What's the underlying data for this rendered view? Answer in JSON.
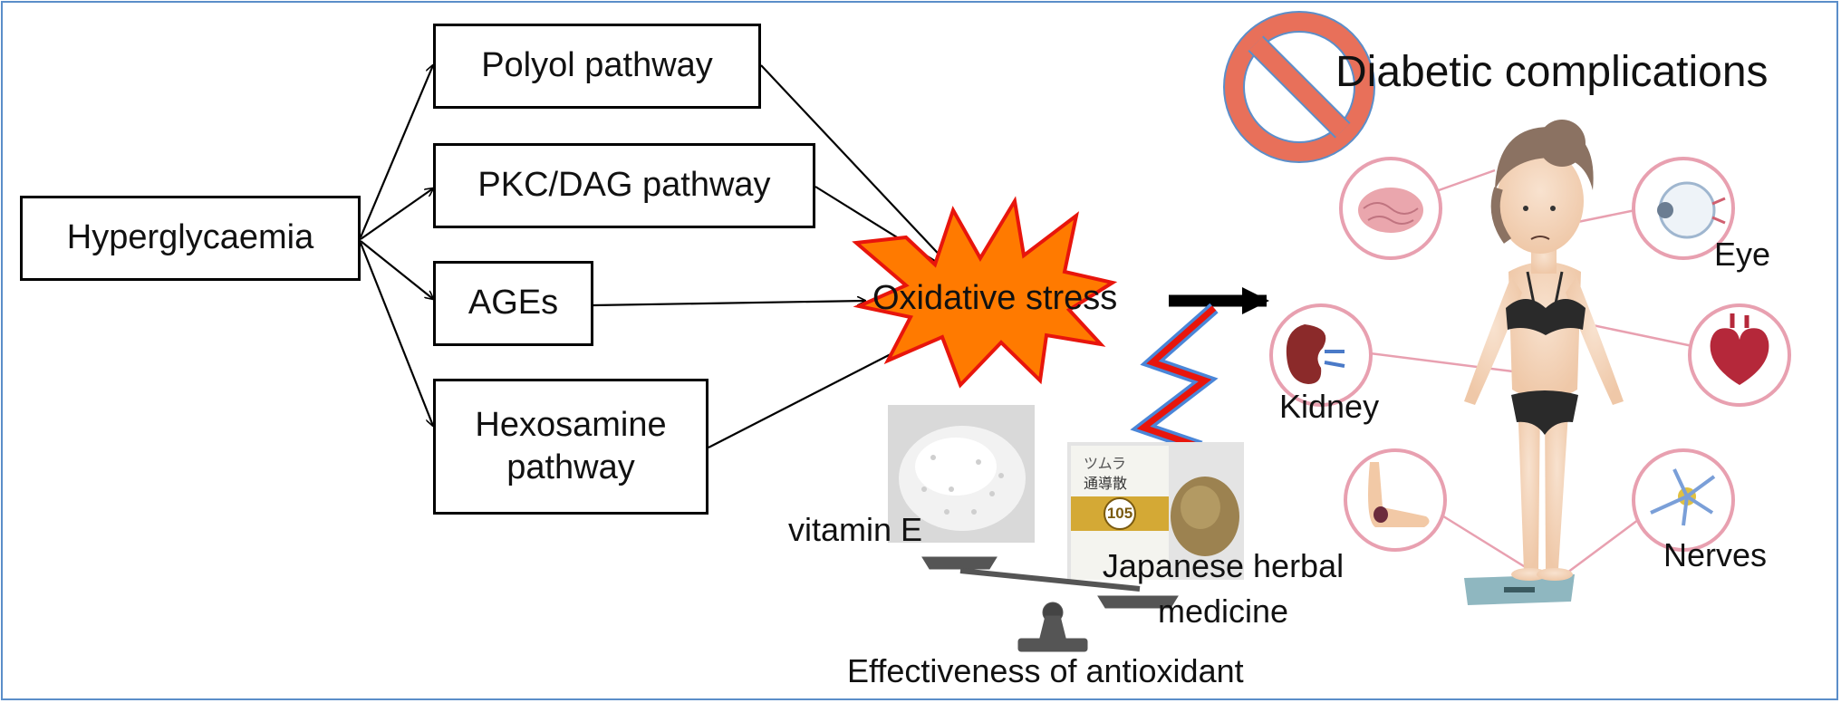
{
  "diagram": {
    "source_node": "Hyperglycaemia",
    "pathways": [
      "Polyol pathway",
      "PKC/DAG pathway",
      "AGEs"
    ],
    "hexosamine_line1": "Hexosamine",
    "hexosamine_line2": "pathway",
    "outcome": "Oxidative stress",
    "complications_title": "Diabetic complications",
    "organs": {
      "eye": "Eye",
      "kidney": "Kidney",
      "nerves": "Nerves"
    },
    "antioxidants": {
      "vitamin": "vitamin E",
      "herbal_line1": "Japanese herbal",
      "herbal_line2": "medicine",
      "package_number": "105",
      "package_text": "ツムラ",
      "package_name": "通導散"
    },
    "balance_caption": "Effectiveness of  antioxidant"
  },
  "colors": {
    "frame": "#5b8ec9",
    "burst_fill": "#ff7a00",
    "burst_stroke": "#e8150c",
    "no_sign": "#e8705a",
    "lightning_outer": "#4a86d8",
    "lightning_inner": "#e8150c"
  }
}
